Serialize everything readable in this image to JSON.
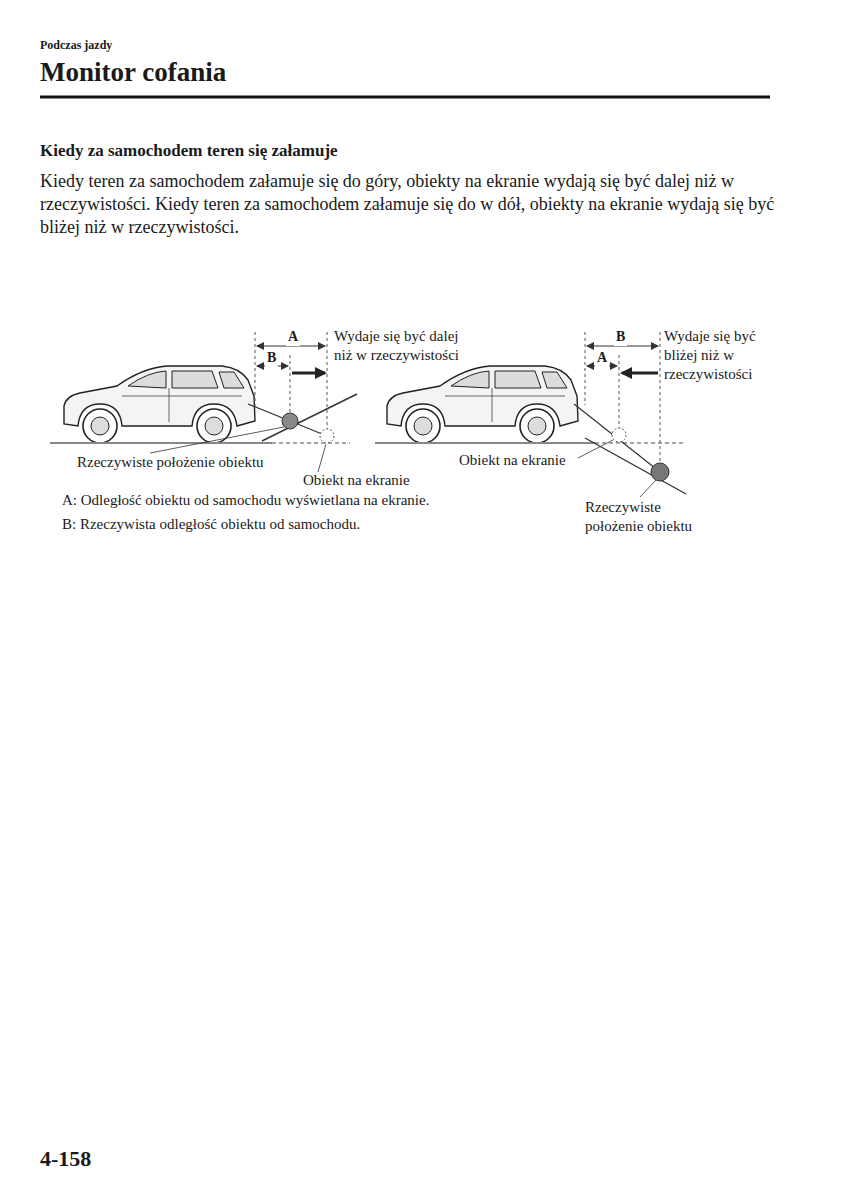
{
  "diagram": {
    "title": "Monitor cofania",
    "labels": [
      "Podczas jazdy",
      "Kiedy za samochodem teren się załamuje",
      "Kiedy teren za samochodem załamuje się do góry, obiekty na ekranie wydają się być dalej niż w rzeczywistości. Kiedy teren za samochodem załamuje się do w dół, obiekty na ekranie wydają się być bliżej niż w rzeczywistości.",
      "A",
      "B",
      "Wydaje się być dalej niż w rzeczywistości",
      "Rzeczywiste położenie obiektu",
      "Obiekt na ekranie",
      "A: Odległość obiektu od samochodu wyświetlana na ekranie.",
      "B: Rzeczywista odległość obiektu od samochodu.",
      "B",
      "A",
      "Wydaje się być bliżej niż w rzeczywistości",
      "Obiekt na ekranie",
      "Rzeczywiste położenie obiektu",
      "4-158"
    ]
  }
}
